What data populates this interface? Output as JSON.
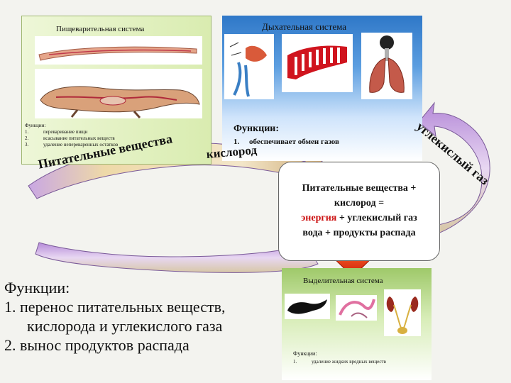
{
  "digestive": {
    "title": "Пищеварительная система",
    "functions_title": "Функции:",
    "functions": [
      {
        "num": "1.",
        "text": "переваривание пищи"
      },
      {
        "num": "2.",
        "text": "всасывание питательных веществ"
      },
      {
        "num": "3.",
        "text": "удаление непереваренных остатков"
      }
    ]
  },
  "respiratory": {
    "title": "Дыхательная система",
    "functions_title": "Функции:",
    "functions": [
      {
        "num": "1.",
        "text": "обеспечивает обмен газов"
      }
    ]
  },
  "arrows": {
    "nutrients": "Питательные вещества",
    "oxygen": "кислород",
    "co2": "углекислый газ"
  },
  "center": {
    "line1": "Питательные вещества +",
    "line2": "кислород  =",
    "line3_energy": "энергия",
    "line3_rest": " + углекислый газ",
    "line4": "вода + продукты распада"
  },
  "blood": {
    "title": "Функции:",
    "item1_num": "1.",
    "item1_text": "перенос питательных веществ,",
    "item1_cont": "кислорода и углекислого газа",
    "item2": "2. вынос продуктов распада"
  },
  "excretory": {
    "title": "Выделительная система",
    "functions_title": "Функции:",
    "functions": [
      {
        "num": "1.",
        "text": "удаление жидких вредных веществ"
      }
    ]
  },
  "colors": {
    "energy": "#cc1111",
    "arrow_tan": "#e2c48e",
    "arrow_purple": "#8a58b5",
    "arrow_red": "#e53a0f"
  }
}
